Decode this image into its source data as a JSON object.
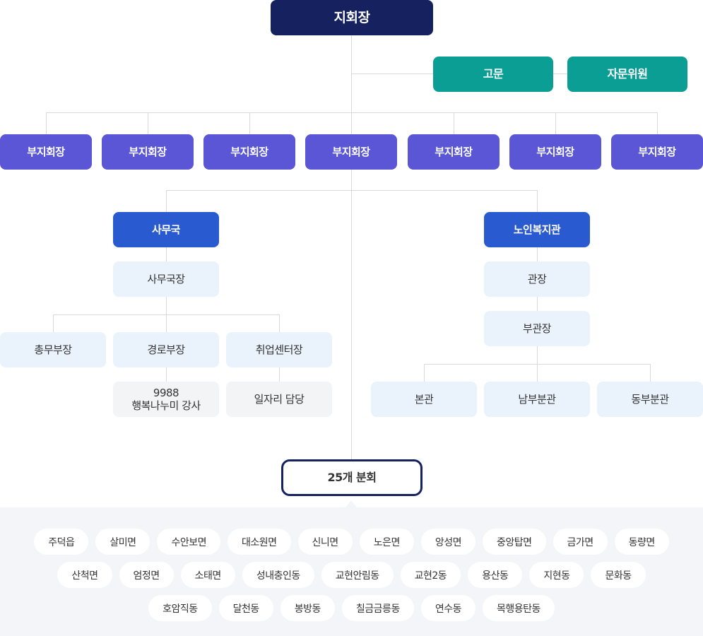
{
  "head": "지회장",
  "advisors": [
    "고문",
    "자문위원"
  ],
  "vice_presidents": [
    "부지회장",
    "부지회장",
    "부지회장",
    "부지회장",
    "부지회장",
    "부지회장",
    "부지회장"
  ],
  "secretariat": {
    "title": "사무국",
    "chief": "사무국장",
    "departments": [
      "총무부장",
      "경로부장",
      "취업센터장"
    ],
    "sub": [
      "9988\n행복나누미 강사",
      "일자리 담당"
    ]
  },
  "welfare_center": {
    "title": "노인복지관",
    "director": "관장",
    "deputy": "부관장",
    "branches": [
      "본관",
      "남부분관",
      "동부분관"
    ]
  },
  "branches_label": "25개 분회",
  "branch_rows": [
    [
      "주덕읍",
      "살미면",
      "수안보면",
      "대소원면",
      "신니면",
      "노은면",
      "앙성면",
      "중앙탑면",
      "금가면",
      "동량면"
    ],
    [
      "산척면",
      "엄정면",
      "소태면",
      "성내충인동",
      "교현안림동",
      "교현2동",
      "용산동",
      "지현동",
      "문화동"
    ],
    [
      "호암직동",
      "달천동",
      "봉방동",
      "칠금금릉동",
      "연수동",
      "목행용탄동"
    ]
  ],
  "colors": {
    "navy": "#162260",
    "teal": "#0a9e95",
    "purple": "#5a56d6",
    "blue": "#2a5ad0",
    "light": "#eaf2fc"
  }
}
